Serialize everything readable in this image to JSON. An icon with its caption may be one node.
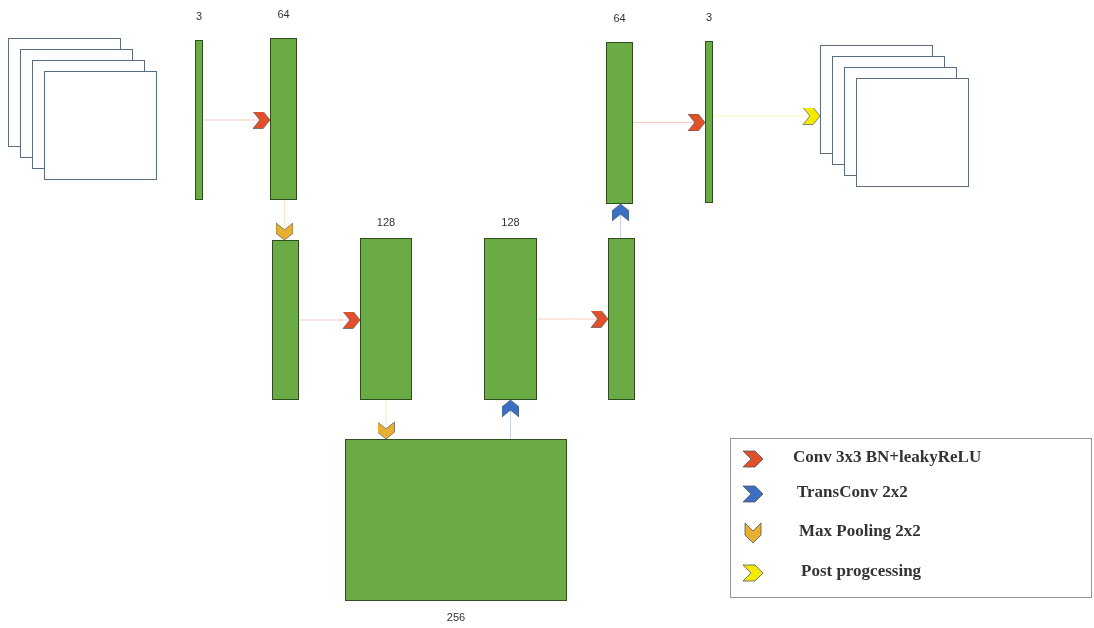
{
  "diagram": {
    "nodes": [
      {
        "text": [],
        "shape": "box"
      },
      {
        "text": [
          "3"
        ]
      },
      {
        "text": [
          "64"
        ]
      },
      {
        "text": [],
        "shape": "bar"
      },
      {
        "text": [
          "128"
        ]
      },
      {
        "text": [
          "256"
        ]
      },
      {
        "text": [
          "128"
        ]
      },
      {
        "text": [],
        "shape": "bar"
      },
      {
        "text": [
          "64"
        ]
      },
      {
        "text": [
          "3"
        ]
      },
      {
        "text": [],
        "shape": "box"
      }
    ],
    "edges": [
      {
        "from": 1,
        "to": 2,
        "arrow": "to"
      },
      {
        "from": 2,
        "to": 3,
        "arrow": "to",
        "color": "#e8b030"
      },
      {
        "from": 3,
        "to": 4,
        "arrow": "to"
      },
      {
        "from": 4,
        "to": 5,
        "arrow": "to",
        "color": "#e8b030"
      },
      {
        "from": 5,
        "to": 6,
        "arrow": "to",
        "color": "#3a6fc4"
      },
      {
        "from": 6,
        "to": 7,
        "arrow": "to"
      },
      {
        "from": 7,
        "to": 8,
        "arrow": "to",
        "color": "#3a6fc4"
      },
      {
        "from": 8,
        "to": 9,
        "arrow": "to"
      },
      {
        "from": 9,
        "to": 10,
        "arrow": "to",
        "color": "#f2ea00"
      }
    ],
    "legend": [
      {
        "text": "Conv 3x3 BN+leakyReLU"
      },
      {
        "text": "TransConv 2x2"
      },
      {
        "text": "Max Pooling 2x2"
      },
      {
        "text": "Post progcessing"
      }
    ]
  }
}
